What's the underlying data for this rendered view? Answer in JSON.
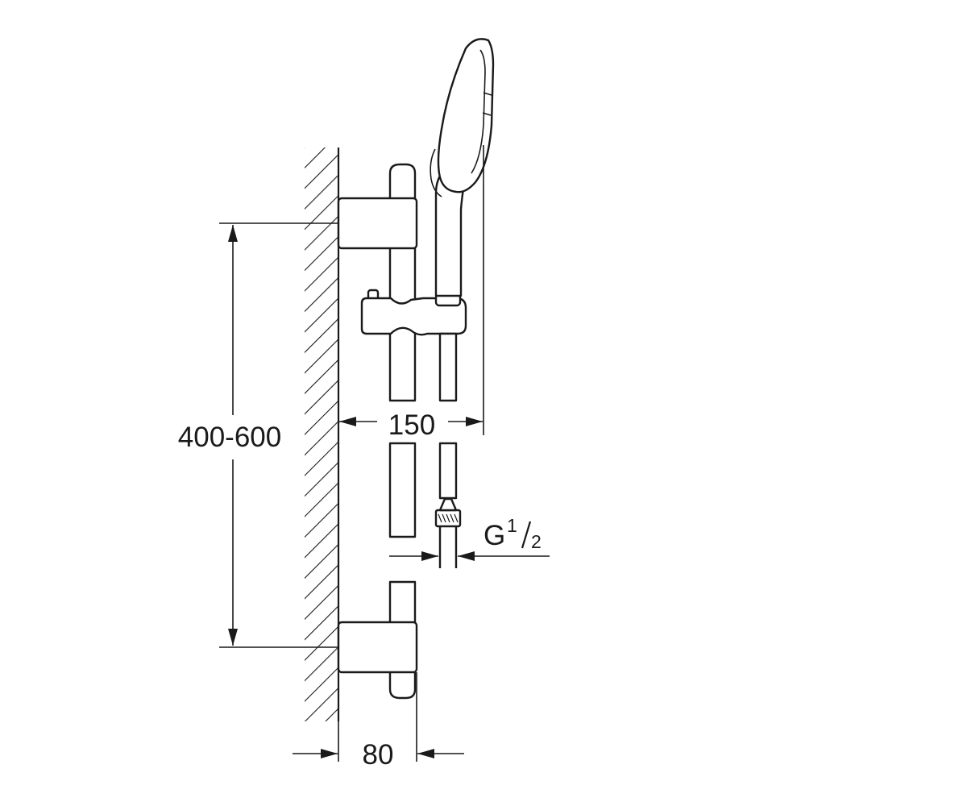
{
  "dimensions": {
    "height_range": "400-600",
    "offset": "150",
    "wall_depth": "80",
    "thread": {
      "letter": "G",
      "numerator": "1",
      "denominator": "2"
    }
  },
  "colors": {
    "line": "#1a1a1a",
    "background": "#ffffff"
  }
}
